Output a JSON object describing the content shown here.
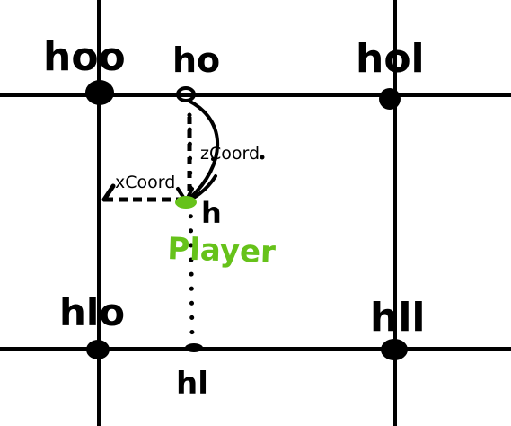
{
  "labels": {
    "h00": "hoo",
    "h0": "ho",
    "h01": "hol",
    "h10": "hlo",
    "h1": "hl",
    "h11": "hll",
    "h": "h",
    "player": "Player",
    "zCoord": "zCoord",
    "xCoord": "xCoord"
  },
  "colors": {
    "ink": "#000000",
    "player": "#66c21a",
    "background": "#ffffff"
  }
}
